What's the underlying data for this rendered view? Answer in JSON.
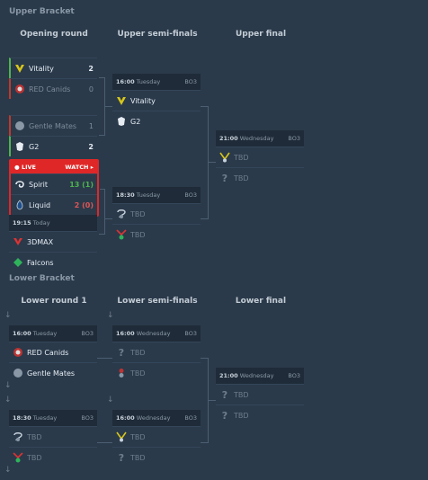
{
  "upper": {
    "title": "Upper Bracket",
    "rounds": [
      "Opening round",
      "Upper semi-finals",
      "Upper final"
    ]
  },
  "lower": {
    "title": "Lower Bracket",
    "rounds": [
      "Lower round 1",
      "Lower semi-finals",
      "Lower final"
    ]
  },
  "matches": {
    "m1": {
      "team_a": "Vitality",
      "score_a": "2",
      "team_b": "RED Canids",
      "score_b": "0"
    },
    "m2": {
      "team_a": "Gentle Mates",
      "score_a": "1",
      "team_b": "G2",
      "score_b": "2"
    },
    "m3": {
      "live": "LIVE",
      "watch": "WATCH ▸",
      "team_a": "Spirit",
      "score_a": "13 (1)",
      "team_b": "Liquid",
      "score_b": "2 (0)"
    },
    "m4": {
      "time": "19:15",
      "day": "Today",
      "team_a": "3DMAX",
      "team_b": "Falcons"
    },
    "us1": {
      "time": "16:00",
      "day": "Tuesday",
      "format": "BO3",
      "team_a": "Vitality",
      "team_b": "G2"
    },
    "us2": {
      "time": "18:30",
      "day": "Tuesday",
      "format": "BO3",
      "team_a": "TBD",
      "team_b": "TBD"
    },
    "uf": {
      "time": "21:00",
      "day": "Wednesday",
      "format": "BO3",
      "team_a": "TBD",
      "team_b": "TBD"
    },
    "lr1a": {
      "time": "16:00",
      "day": "Tuesday",
      "format": "BO3",
      "team_a": "RED Canids",
      "team_b": "Gentle Mates"
    },
    "lr1b": {
      "time": "18:30",
      "day": "Tuesday",
      "format": "BO3",
      "team_a": "TBD",
      "team_b": "TBD"
    },
    "ls1": {
      "time": "16:00",
      "day": "Wednesday",
      "format": "BO3",
      "team_a": "TBD",
      "team_b": "TBD"
    },
    "ls2": {
      "time": "16:00",
      "day": "Wednesday",
      "format": "BO3",
      "team_a": "TBD",
      "team_b": "TBD"
    },
    "lf": {
      "time": "21:00",
      "day": "Wednesday",
      "format": "BO3",
      "team_a": "TBD",
      "team_b": "TBD"
    }
  },
  "colors": {
    "win": "#4fb34f",
    "lose": "#c0392b",
    "live": "#e02727",
    "accent": "#d7c51b"
  }
}
